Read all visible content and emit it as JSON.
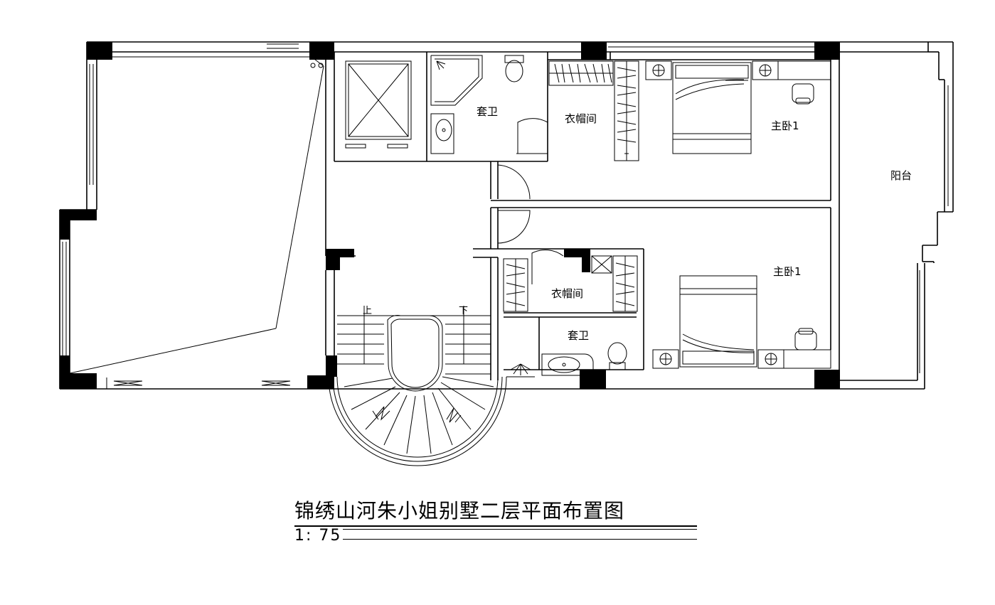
{
  "rooms": {
    "ensuite_bath_upper": "套卫",
    "closet_upper": "衣帽间",
    "master_bedroom_upper": "主卧1",
    "balcony": "阳台",
    "master_bedroom_lower": "主卧1",
    "closet_lower": "衣帽间",
    "ensuite_bath_lower": "套卫"
  },
  "stairs": {
    "up": "上",
    "down": "下"
  },
  "title": "锦绣山河朱小姐别墅二层平面布置图",
  "scale": "1: 75"
}
